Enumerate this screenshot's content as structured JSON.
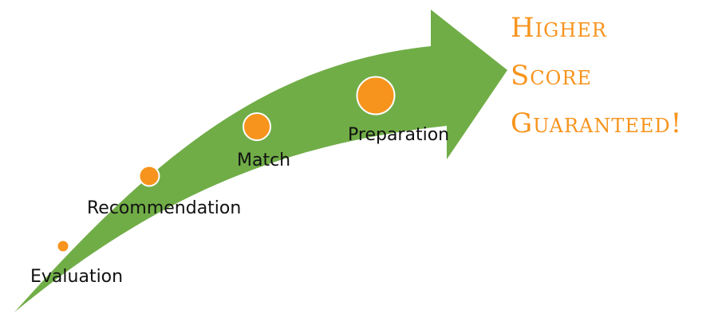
{
  "steps": [
    {
      "label": "Evaluation",
      "marker_size": "small"
    },
    {
      "label": "Recommendation",
      "marker_size": "medium"
    },
    {
      "label": "Match",
      "marker_size": "large"
    },
    {
      "label": "Preparation",
      "marker_size": "extra-large"
    }
  ],
  "tagline": {
    "lines": [
      "Higher",
      "Score",
      "Guaranteed!"
    ]
  },
  "colors": {
    "arrow": "#70AD47",
    "marker_fill": "#F7941D",
    "marker_stroke": "#FFFFFF",
    "tagline": "#F7941D",
    "label": "#111111"
  }
}
